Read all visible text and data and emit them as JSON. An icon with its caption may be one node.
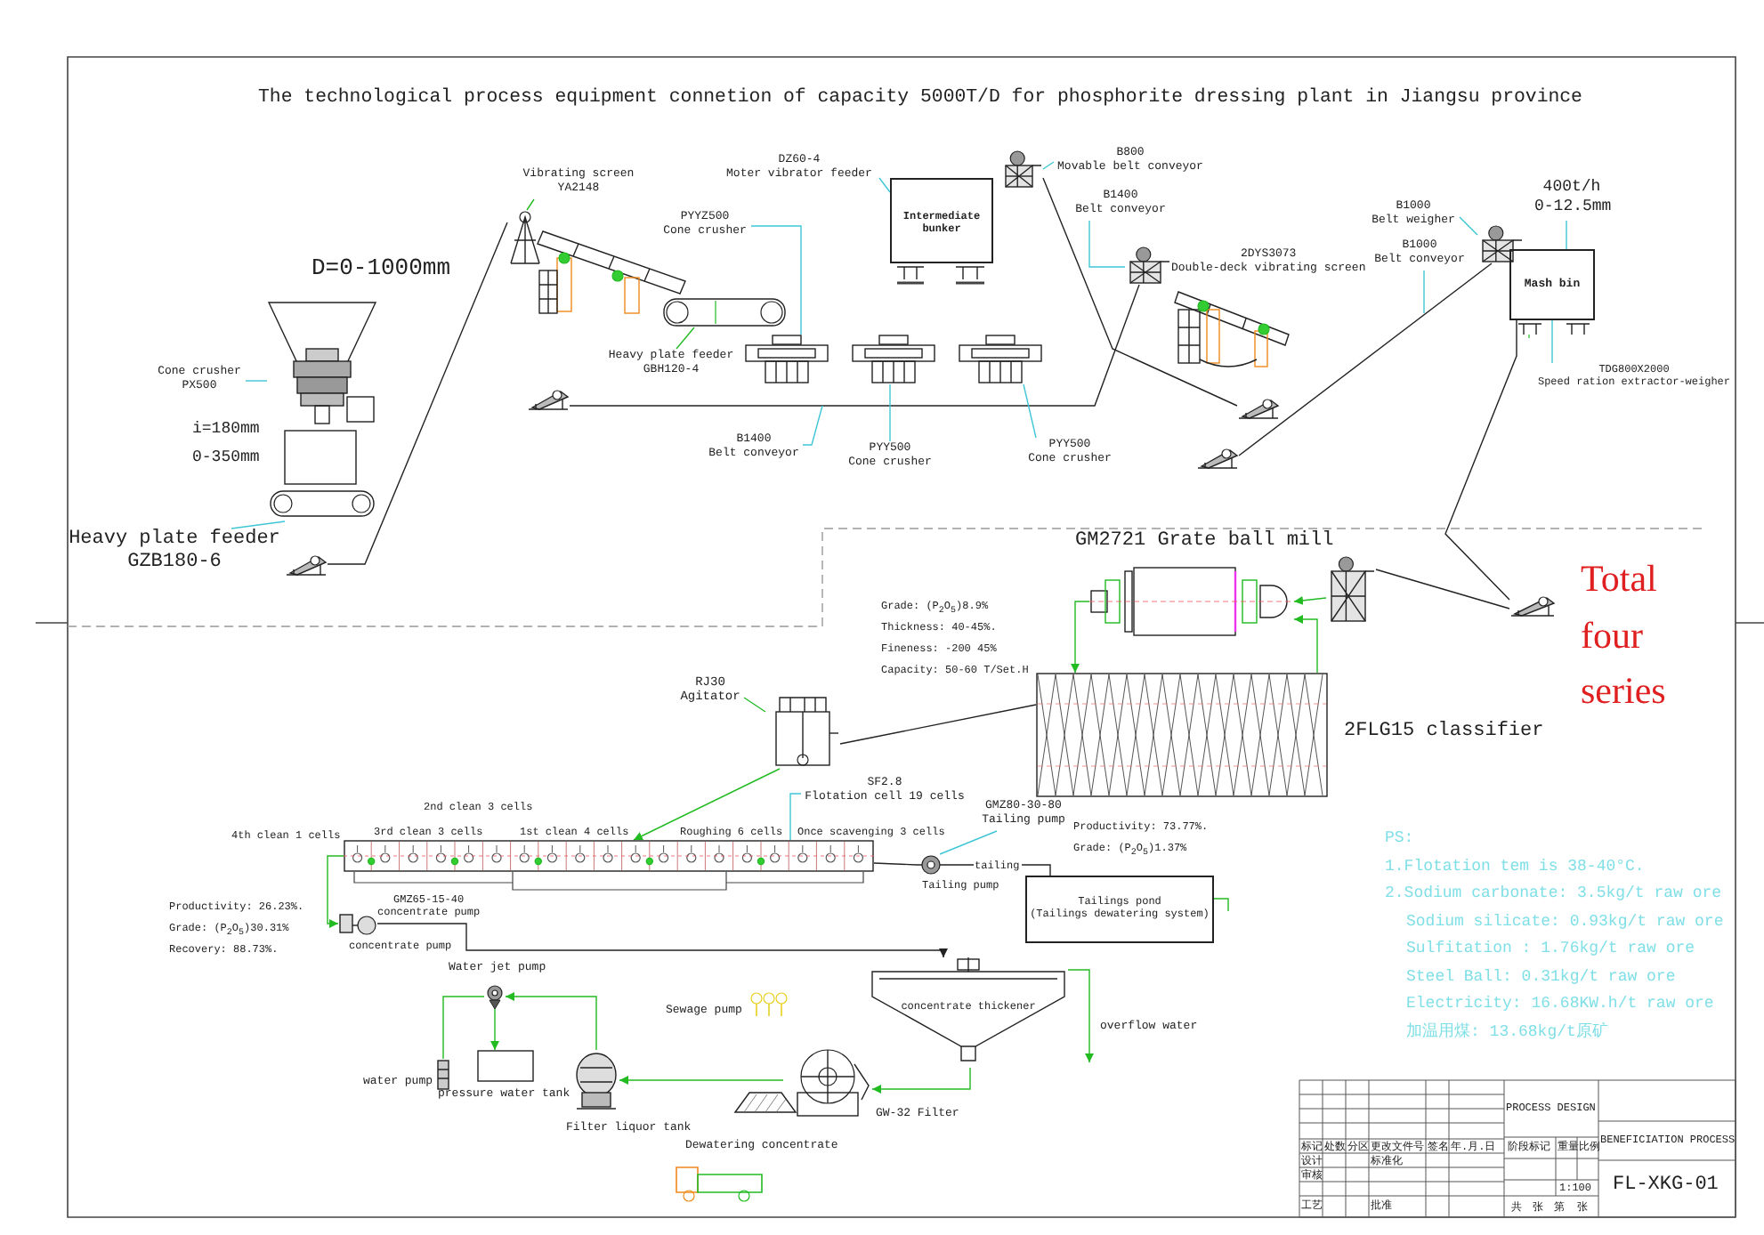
{
  "diagram": {
    "title": "The technological process equipment connetion of capacity 5000T/D for phosphorite dressing plant in Jiangsu province",
    "nodes": [
      {
        "text": [],
        "shape": "picture"
      },
      {
        "text": [
          "Cone crusher PX500"
        ]
      },
      {
        "text": [
          "Heavy plate feeder GZB180-6"
        ]
      },
      {
        "text": [],
        "shape": "picture"
      },
      {
        "text": [
          "Vibrating screen YA2148"
        ]
      },
      {
        "text": [],
        "shape": "picture"
      },
      {
        "text": [
          "PYYZ500 Cone crusher"
        ]
      },
      {
        "text": [
          "Heavy plate feeder GBH120-4"
        ]
      },
      {
        "text": [],
        "shape": "picture"
      },
      {
        "text": [],
        "shape": "picture"
      },
      {
        "text": [],
        "shape": "picture"
      },
      {
        "text": [],
        "shape": "picture"
      },
      {
        "text": [
          "DZ60-4 Moter vibrator feeder"
        ]
      },
      {
        "text": [
          "Intermediate bunker"
        ]
      },
      {
        "text": [
          "B800 Movable belt conveyor"
        ]
      },
      {
        "text": [],
        "shape": "picture"
      },
      {
        "text": [
          "B1400 Belt conveyor"
        ]
      },
      {
        "text": [
          "B1400 Belt conveyor"
        ]
      },
      {
        "text": [
          "PYY500 Cone crusher"
        ]
      },
      {
        "text": [
          "PYY500 Cone crusher"
        ]
      },
      {
        "text": [],
        "shape": "picture"
      },
      {
        "text": [],
        "shape": "picture"
      },
      {
        "text": [],
        "shape": "picture"
      },
      {
        "text": [
          "B1000 Belt conveyor"
        ]
      },
      {
        "text": [
          "B1000 Belt weigher"
        ]
      },
      {
        "text": [],
        "shape": "picture"
      },
      {
        "text": [],
        "shape": "picture"
      },
      {
        "text": [],
        "shape": "picture"
      },
      {
        "text": [
          "400t/h 0-12.5mm"
        ]
      },
      {
        "text": [
          "Mash bin"
        ]
      },
      {
        "text": [
          "TDG800X2000 Speed ration extractor-weigher"
        ]
      },
      {
        "text": [],
        "shape": "picture",
        "beside": [
          "GM2721 Grate ball mill"
        ]
      },
      {
        "text": [],
        "shape": "picture"
      },
      {
        "text": [],
        "shape": "picture"
      },
      {
        "text": [],
        "shape": "box",
        "beside": [
          "2FLG15 classifier"
        ]
      },
      {
        "text": [
          "RJ30 Agitator"
        ]
      },
      {
        "text": [],
        "shape": "picture"
      },
      {
        "text": [
          "SF2.8 Flotation cell 19 cells"
        ]
      },
      {
        "text": [],
        "shape": "picture"
      },
      {
        "text": [
          "GMZ80-30-80 Tailing pump"
        ]
      },
      {
        "text": [],
        "shape": "picture"
      },
      {
        "text": [
          "Tailings pond (Tailings dewatering system)"
        ]
      },
      {
        "text": [],
        "shape": "picture",
        "beside": [
          "concentrate pump"
        ]
      },
      {
        "text": [
          "concentrate thickener"
        ]
      },
      {
        "text": [],
        "shape": "picture",
        "beside": [
          "GW-32 Filter"
        ]
      },
      {
        "text": [],
        "shape": "picture",
        "beside": [
          "Filter liquor tank"
        ]
      },
      {
        "text": [],
        "shape": "box",
        "beside": [
          "pressure water tank"
        ]
      },
      {
        "text": [],
        "shape": "picture",
        "beside": [
          "water pump"
        ]
      },
      {
        "text": [],
        "shape": "picture",
        "beside": [
          "Water jet pump"
        ]
      }
    ],
    "edges": [
      {
        "from": 3,
        "to": 5,
        "arrow": "none",
        "color": "#222222"
      },
      {
        "from": 20,
        "to": 21,
        "arrow": "none",
        "color": "#222222"
      },
      {
        "from": 15,
        "to": 25,
        "arrow": "none",
        "color": "#222222"
      },
      {
        "from": 26,
        "to": 27,
        "arrow": "none",
        "color": "#222222"
      },
      {
        "from": 29,
        "to": 33,
        "arrow": "none",
        "color": "#222222"
      },
      {
        "from": 33,
        "to": 32,
        "arrow": "none",
        "color": "#222222"
      },
      {
        "from": 32,
        "to": 31,
        "arrow": "to",
        "color": "#22bb22"
      },
      {
        "from": 31,
        "to": 34,
        "arrow": "to",
        "color": "#22bb22"
      },
      {
        "from": 34,
        "to": 31,
        "arrow": "to",
        "color": "#22bb22"
      },
      {
        "from": 34,
        "to": 36,
        "arrow": "none",
        "color": "#222222"
      },
      {
        "from": 36,
        "to": 38,
        "arrow": "to",
        "color": "#22bb22"
      },
      {
        "from": 38,
        "to": 40,
        "arrow": "none",
        "color": "#222222"
      },
      {
        "from": 40,
        "to": 41,
        "arrow": "none",
        "color": "#222222",
        "label": "tailing"
      },
      {
        "from": 38,
        "to": 42,
        "arrow": "to",
        "color": "#22bb22"
      },
      {
        "from": 42,
        "to": 43,
        "arrow": "to",
        "color": "#222222"
      },
      {
        "from": 43,
        "to": 44,
        "arrow": "to",
        "color": "#22bb22"
      },
      {
        "from": 44,
        "to": 45,
        "arrow": "to",
        "color": "#22bb22"
      },
      {
        "from": 45,
        "to": 48,
        "arrow": "to",
        "color": "#22bb22"
      },
      {
        "from": 48,
        "to": 46,
        "arrow": "to",
        "color": "#22bb22"
      },
      {
        "from": 47,
        "to": 48,
        "arrow": "none",
        "color": "#22bb22"
      },
      {
        "from": 1,
        "to": 0,
        "arrow": "none",
        "color": "#3ec6d6"
      },
      {
        "from": 2,
        "to": 0,
        "arrow": "none",
        "color": "#3ec6d6"
      },
      {
        "from": 4,
        "to": 5,
        "arrow": "none",
        "color": "#22bb22"
      },
      {
        "from": 6,
        "to": 9,
        "arrow": "none",
        "color": "#3ec6d6"
      },
      {
        "from": 7,
        "to": 8,
        "arrow": "none",
        "color": "#22bb22"
      },
      {
        "from": 12,
        "to": 13,
        "arrow": "none",
        "color": "#3ec6d6"
      },
      {
        "from": 14,
        "to": 15,
        "arrow": "none",
        "color": "#3ec6d6"
      },
      {
        "from": 16,
        "to": 21,
        "arrow": "none",
        "color": "#3ec6d6"
      },
      {
        "from": 17,
        "to": null,
        "arrow": "none",
        "color": "#3ec6d6"
      },
      {
        "from": 18,
        "to": 10,
        "arrow": "none",
        "color": "#3ec6d6"
      },
      {
        "from": 19,
        "to": 11,
        "arrow": "none",
        "color": "#3ec6d6"
      },
      {
        "from": 23,
        "to": null,
        "arrow": "none",
        "color": "#3ec6d6"
      },
      {
        "from": 24,
        "to": 27,
        "arrow": "none",
        "color": "#3ec6d6"
      },
      {
        "from": 28,
        "to": 29,
        "arrow": "none",
        "color": "#3ec6d6"
      },
      {
        "from": 30,
        "to": 29,
        "arrow": "none",
        "color": "#3ec6d6"
      },
      {
        "from": 35,
        "to": 36,
        "arrow": "none",
        "color": "#22bb22"
      },
      {
        "from": 37,
        "to": 38,
        "arrow": "none",
        "color": "#3ec6d6"
      },
      {
        "from": 39,
        "to": 40,
        "arrow": "none",
        "color": "#3ec6d6"
      },
      {
        "from": 43,
        "to": null,
        "arrow": "to",
        "color": "#22bb22"
      },
      {
        "from": 41,
        "to": null,
        "arrow": "none",
        "color": "#22bb22"
      }
    ],
    "labels": [
      "D=0-1000mm",
      "i=180mm",
      "0-350mm",
      "Grade: (P$_{2}$O$_{5}$)8.9%",
      "Thickness: 40-45%.",
      "Fineness: -200 45%",
      "Capacity: 50-60 T/Set.H",
      "2nd clean 3 cells",
      "3rd clean 3 cells",
      "4th clean 1 cells",
      "1st clean 4 cells",
      "Roughing 6 cells",
      "Once scavenging 3 cells",
      "Tailing pump",
      "Productivity: 73.77%.",
      "Grade: (P$_{2}$O$_{5}$)1.37%",
      "GMZ65-15-40 concentrate pump",
      "Productivity: 26.23%.",
      "Grade: (P$_{2}$O$_{5}$)30.31%",
      "Recovery: 88.73%.",
      "overflow water",
      "Sewage pump",
      "Dewatering concentrate",
      "Total four series",
      "PS:",
      "1.Flotation tem is 38-40°C.",
      "2.Sodium carbonate: 3.5kg/t raw ore",
      "Sodium silicate: 0.93kg/t raw ore",
      "Sulfitation : 1.76kg/t raw ore",
      "Steel Ball: 0.31kg/t raw ore",
      "Electricity: 16.68KW.h/t raw ore",
      "加温用煤: 13.68kg/t原矿",
      "PROCESS DESIGN",
      "BENEFICIATION PROCESS",
      "FL-XKG-01",
      "1:100",
      "标记",
      "处数",
      "分区",
      "更改文件号",
      "签名",
      "年.月.日",
      "设计",
      "标准化",
      "审核",
      "工艺",
      "批准",
      "阶段标记",
      "重量",
      "比例",
      "共",
      "张",
      "第",
      "张",
      "2DYS3073 Double-deck vibrating screen"
    ]
  }
}
